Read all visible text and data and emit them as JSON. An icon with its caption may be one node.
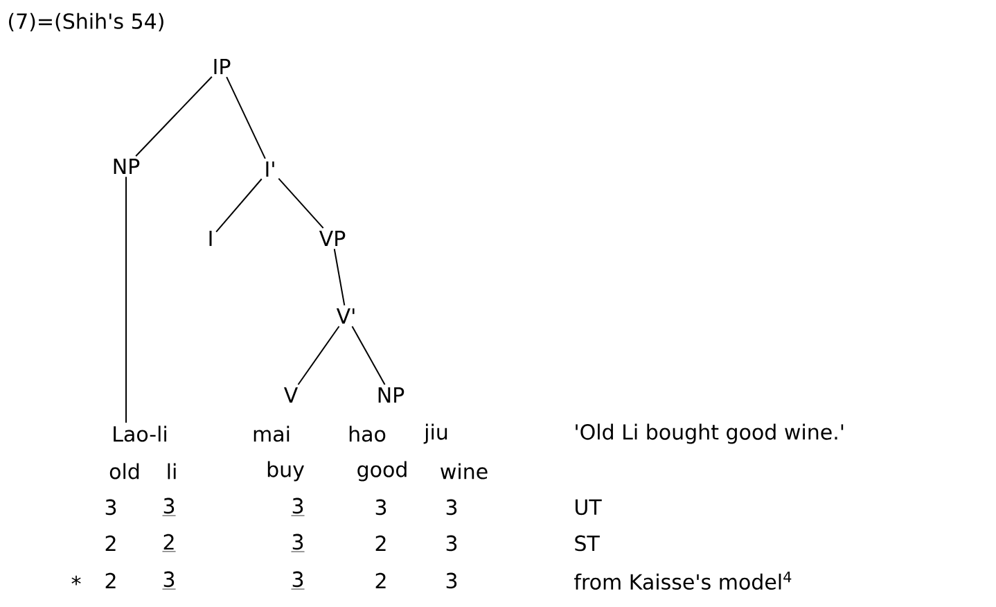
{
  "diagram": {
    "title": "(7)=(Shih's 54)",
    "nodes": [
      {
        "text": [
          "IP"
        ]
      },
      {
        "text": [
          "NP"
        ]
      },
      {
        "text": [
          "I'"
        ]
      },
      {
        "text": [
          "I"
        ]
      },
      {
        "text": [
          "VP"
        ]
      },
      {
        "text": [
          "V'"
        ]
      },
      {
        "text": [
          "V"
        ]
      },
      {
        "text": [
          "NP"
        ]
      },
      {
        "text": [
          "Lao-li"
        ]
      }
    ],
    "edges": [
      {
        "from": 0,
        "to": 1,
        "arrow": "none"
      },
      {
        "from": 0,
        "to": 2,
        "arrow": "none"
      },
      {
        "from": 2,
        "to": 3,
        "arrow": "none"
      },
      {
        "from": 2,
        "to": 4,
        "arrow": "none"
      },
      {
        "from": 4,
        "to": 5,
        "arrow": "none"
      },
      {
        "from": 5,
        "to": 6,
        "arrow": "none"
      },
      {
        "from": 5,
        "to": 7,
        "arrow": "none"
      },
      {
        "from": 1,
        "to": 8,
        "arrow": "none"
      }
    ],
    "labels": [
      "mai",
      "hao",
      "jiu",
      "'Old Li bought good wine.'",
      "old",
      "li",
      "buy",
      "good",
      "wine",
      "3",
      "3",
      "3",
      "3",
      "3",
      "UT",
      "2",
      "2",
      "3",
      "2",
      "3",
      "ST",
      "*",
      "2",
      "3",
      "3",
      "2",
      "3",
      "from Kaisse's model$^{4}$"
    ]
  }
}
